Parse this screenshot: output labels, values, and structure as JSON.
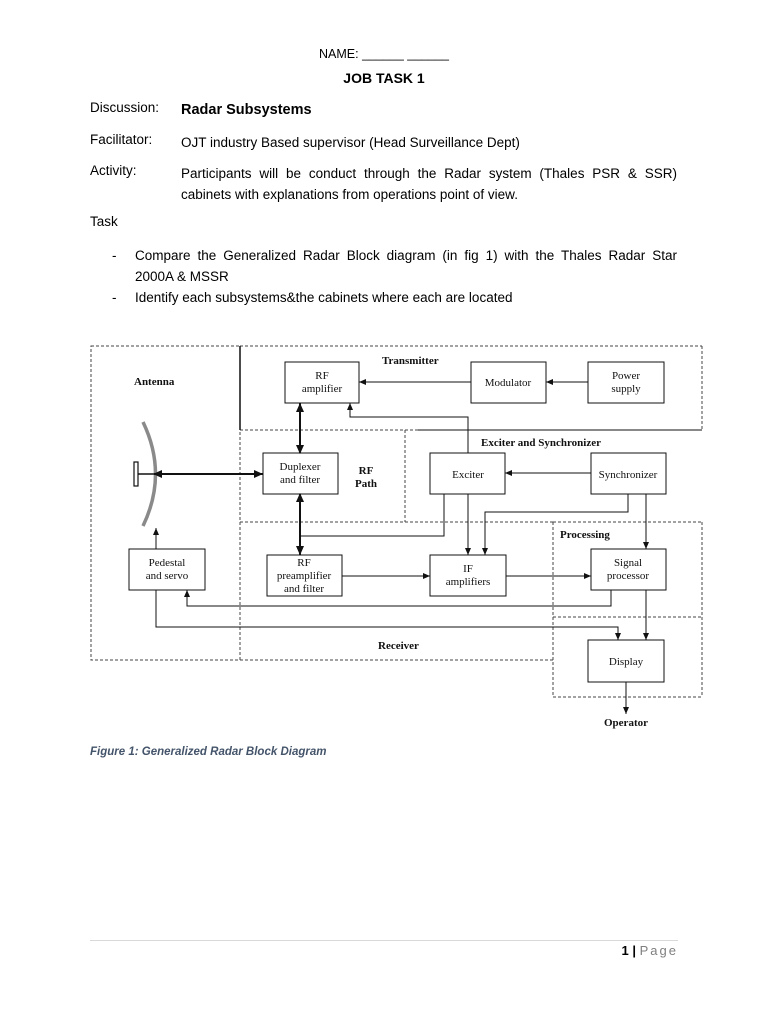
{
  "header": {
    "name_line": "NAME: ______ ______",
    "title": "JOB TASK 1"
  },
  "fields": {
    "discussion": {
      "label": "Discussion:",
      "value": "Radar Subsystems"
    },
    "facilitator": {
      "label": "Facilitator:",
      "value": "OJT industry Based supervisor (Head Surveillance Dept)"
    },
    "activity": {
      "label": "Activity:",
      "value": "Participants will be conduct through the Radar system (Thales PSR & SSR) cabinets with explanations from operations point of view."
    }
  },
  "task": {
    "label": "Task",
    "bullet_marker": "-",
    "items": [
      "Compare the Generalized Radar Block diagram (in fig 1) with the Thales Radar Star 2000A & MSSR",
      "Identify each subsystems&the cabinets where each are located"
    ]
  },
  "diagram": {
    "regions": {
      "antenna": "Antenna",
      "transmitter": "Transmitter",
      "exciter_sync": "Exciter and Synchronizer",
      "rf_path_1": "RF",
      "rf_path_2": "Path",
      "processing": "Processing",
      "receiver": "Receiver",
      "operator": "Operator"
    },
    "blocks": {
      "rf_amp_1": "RF",
      "rf_amp_2": "amplifier",
      "modulator": "Modulator",
      "power_1": "Power",
      "power_2": "supply",
      "duplexer_1": "Duplexer",
      "duplexer_2": "and filter",
      "exciter": "Exciter",
      "synchronizer": "Synchronizer",
      "pedestal_1": "Pedestal",
      "pedestal_2": "and servo",
      "rf_pre_1": "RF",
      "rf_pre_2": "preamplifier",
      "rf_pre_3": "and filter",
      "if_1": "IF",
      "if_2": "amplifiers",
      "signal_1": "Signal",
      "signal_2": "processor",
      "display": "Display"
    }
  },
  "caption": "Figure 1: Generalized Radar Block Diagram",
  "footer": {
    "page_number": "1",
    "separator": "|",
    "page_word": "Page"
  }
}
